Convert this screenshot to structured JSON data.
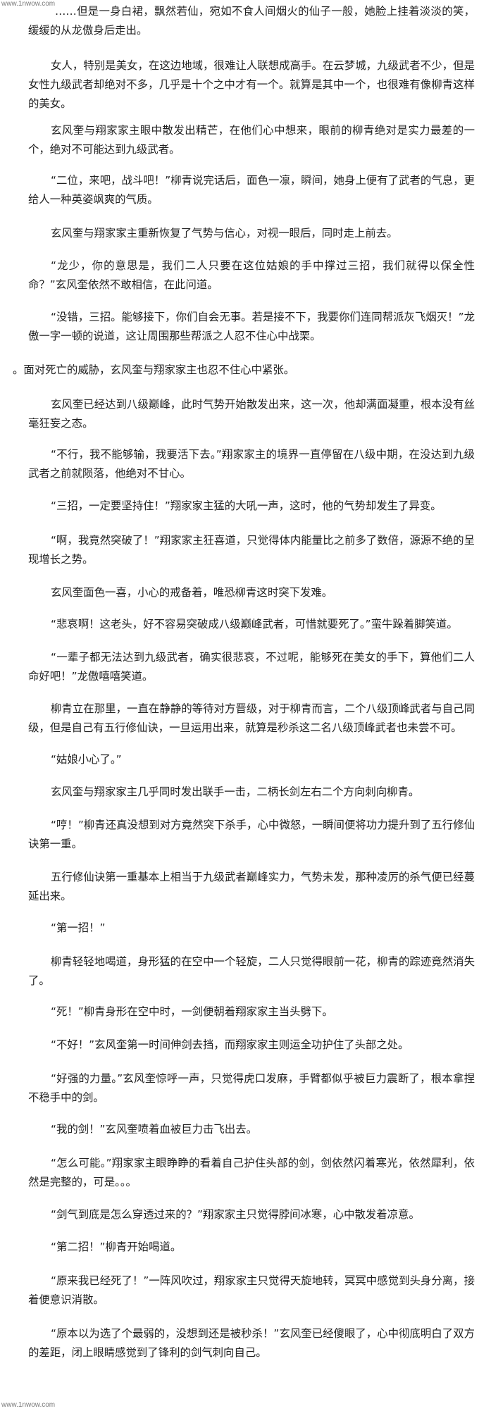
{
  "watermark": {
    "top": "www.1nwow.com",
    "bottom": "www.1nwow.com"
  },
  "paragraphs": [
    "……但是一身白裙，飘然若仙，宛如不食人间烟火的仙子一般，她脸上挂着淡淡的笑，缓缓的从龙傲身后走出。",
    "女人，特别是美女，在这边地域，很难让人联想成高手。在云梦城，九级武者不少，但是女性九级武者却绝对不多，几乎是十个之中才有一个。就算是其中一个，也很难有像柳青这样的美女。",
    "玄风奎与翔家家主眼中散发出精芒，在他们心中想来，眼前的柳青绝对是实力最差的一个，绝对不可能达到九级武者。",
    "“二位，来吧，战斗吧！”柳青说完话后，面色一凛，瞬间，她身上便有了武者的气息，更给人一种英姿飒爽的气质。",
    "玄风奎与翔家家主重新恢复了气势与信心，对视一眼后，同时走上前去。",
    "“龙少，你的意思是，我们二人只要在这位姑娘的手中撑过三招，我们就得以保全性命？”玄风奎依然不敢相信，在此问道。",
    "“没错，三招。能够接下，你们自会无事。若是接不下，我要你们连同帮派灰飞烟灭！”龙傲一字一顿的说道，这让周围那些帮派之人忍不住心中战栗。",
    "。面对死亡的威胁，玄风奎与翔家家主也忍不住心中紧张。",
    "玄风奎已经达到八级巅峰，此时气势开始散发出来，这一次，他却满面凝重，根本没有丝毫狂妄之态。",
    "“不行，我不能够输，我要活下去。”翔家家主的境界一直停留在八级中期，在没达到九级武者之前就陨落，他绝对不甘心。",
    "“三招，一定要坚持住！”翔家家主猛的大吼一声，这时，他的气势却发生了异变。",
    "“啊，我竟然突破了！”翔家家主狂喜道，只觉得体内能量比之前多了数倍，源源不绝的呈现增长之势。",
    "玄风奎面色一喜，小心的戒备着，唯恐柳青这时突下发难。",
    "“悲哀啊！这老头，好不容易突破成八级巅峰武者，可惜就要死了。”蛮牛跺着脚笑道。",
    "“一辈子都无法达到九级武者，确实很悲哀，不过呢，能够死在美女的手下，算他们二人命好吧！”龙傲嘻嘻笑道。",
    "柳青立在那里，一直在静静的等待对方晋级，对于柳青而言，二个八级顶峰武者与自己同级，但是自己有五行修仙诀，一旦运用出来，就算是秒杀这二名八级顶峰武者也未尝不可。",
    "“姑娘小心了。”",
    "玄风奎与翔家家主几乎同时发出联手一击，二柄长剑左右二个方向刺向柳青。",
    "“哼！”柳青还真没想到对方竟然突下杀手，心中微怒，一瞬间便将功力提升到了五行修仙诀第一重。",
    "五行修仙诀第一重基本上相当于九级武者巅峰实力，气势未发，那种凌厉的杀气便已经蔓延出来。",
    "“第一招！”",
    "柳青轻轻地喝道，身形猛的在空中一个轻旋，二人只觉得眼前一花，柳青的踪迹竟然消失了。",
    "“死！”柳青身形在空中时，一剑便朝着翔家家主当头劈下。",
    "“不好！”玄风奎第一时间伸剑去挡，而翔家家主则运全功护住了头部之处。",
    "“好强的力量。”玄风奎惊呼一声，只觉得虎口发麻，手臂都似乎被巨力震断了，根本拿捏不稳手中的剑。",
    "“我的剑！”玄风奎喷着血被巨力击飞出去。",
    "“怎么可能。”翔家家主眼睁睁的看着自己护住头部的剑，剑依然闪着寒光，依然犀利，依然是完整的，可是。。。",
    "“剑气到底是怎么穿透过来的？”翔家家主只觉得脖间冰寒，心中散发着凉意。",
    "“第二招！”柳青开始喝道。",
    "“原来我已经死了！”一阵风吹过，翔家家主只觉得天旋地转，冥冥中感觉到头身分离，接着便意识消散。",
    "“原本以为选了个最弱的，没想到还是被秒杀！”玄风奎已经傻眼了，心中彻底明白了双方的差距，闭上眼睛感觉到了锋利的剑气刺向自己。"
  ]
}
